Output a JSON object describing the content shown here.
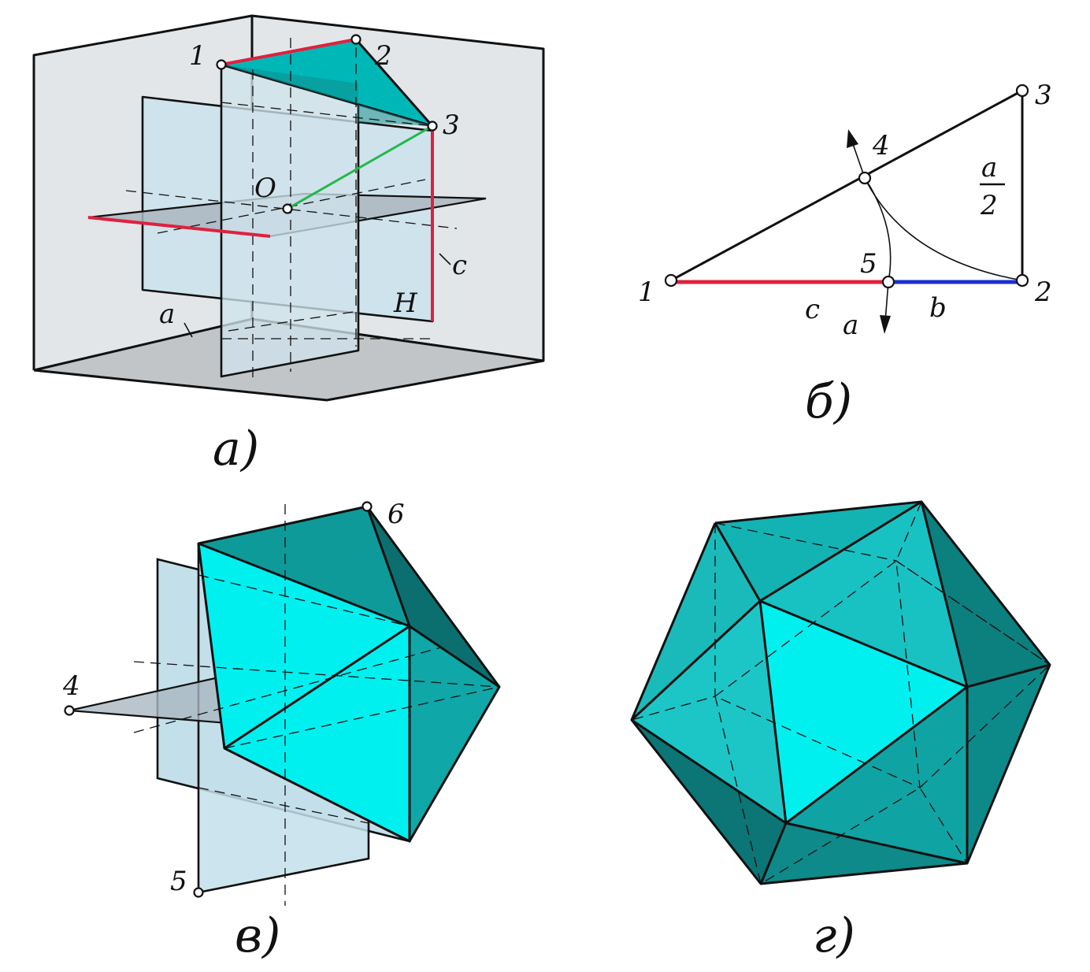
{
  "colors": {
    "box_wall": "#e3e6e8",
    "box_floor": "#c2c5c8",
    "plane_blue": "#cfe3ec",
    "plane_gray": "#aab6c0",
    "teal_dark": "#0f8f8f",
    "teal_mid": "#00b7b7",
    "teal_light": "#23d0d0",
    "cyan_bright": "#00f0f0",
    "red": "#e0203f",
    "blue": "#1a2fd0",
    "green": "#22b84a"
  },
  "panel_a": {
    "caption": "а)",
    "points": [
      "1",
      "2",
      "3",
      "O"
    ],
    "labels": {
      "a": "a",
      "c": "c",
      "H": "H"
    }
  },
  "panel_b": {
    "caption": "б)",
    "points": [
      "1",
      "2",
      "3",
      "4",
      "5"
    ],
    "labels": {
      "c": "c",
      "a": "a",
      "b": "b"
    },
    "fraction": {
      "numerator": "a",
      "denominator": "2"
    }
  },
  "panel_v": {
    "caption": "в)",
    "points": [
      "4",
      "5",
      "6"
    ]
  },
  "panel_g": {
    "caption": "г)"
  }
}
